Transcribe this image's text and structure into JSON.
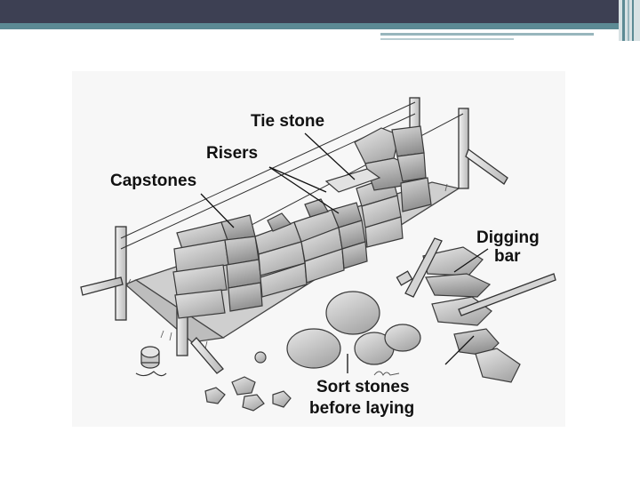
{
  "labels": {
    "tie_stone": "Tie stone",
    "risers": "Risers",
    "capstones": "Capstones",
    "digging_bar_1": "Digging",
    "digging_bar_2": "bar",
    "sort_stones_1": "Sort stones",
    "sort_stones_2": "before laying"
  },
  "colors": {
    "header_dark": "#3d4053",
    "header_accent": "#5c8a94",
    "ink": "#111111"
  }
}
